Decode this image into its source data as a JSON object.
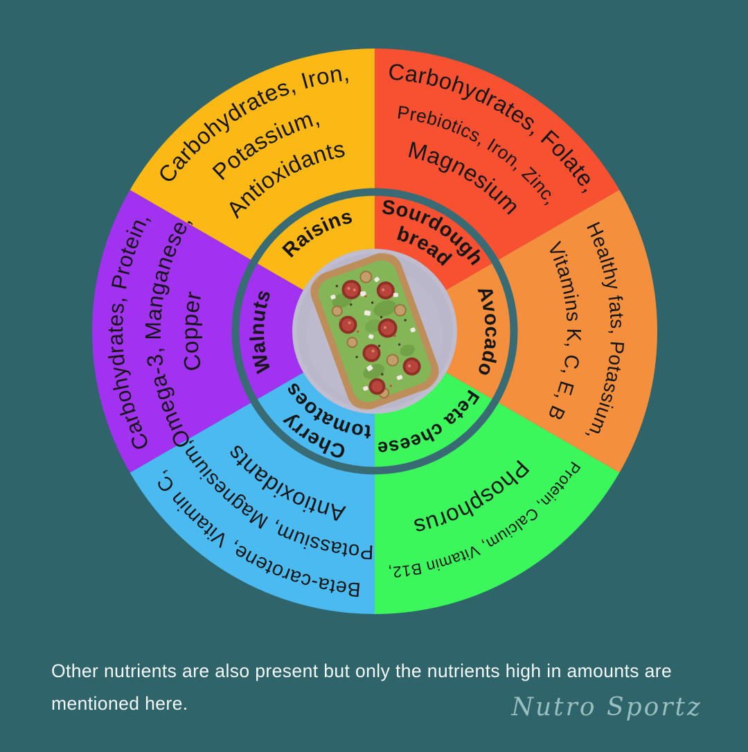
{
  "colors": {
    "background": "#2E646A",
    "divider_ring": "#386B74",
    "wheel_text": "#161616",
    "caption_text": "#F4F9F9",
    "signature_text": "#9DC3C5",
    "plate": "#BAB7CB"
  },
  "wheel": {
    "segments": [
      {
        "id": "sourdough-bread",
        "color": "#F85132",
        "label_lines": [
          "Sourdough",
          "bread"
        ],
        "nutrients": [
          "Carbohydrates, Folate,",
          "Prebiotics, Iron, Zinc,",
          "Magnesium"
        ]
      },
      {
        "id": "avocado",
        "color": "#F4903D",
        "label_lines": [
          "Avocado"
        ],
        "nutrients": [
          "Healthy fats, Potassium,",
          "Vitamins K, C, E, B"
        ]
      },
      {
        "id": "feta-cheese",
        "color": "#3CF75C",
        "label_lines": [
          "Feta cheese"
        ],
        "nutrients": [
          "Protein, Calcium, Vitamin B12,",
          "Phosphorus"
        ]
      },
      {
        "id": "cherry-tomatoes",
        "color": "#4BBAF0",
        "label_lines": [
          "Cherry",
          "tomatoes"
        ],
        "nutrients": [
          "Beta-carotene, Vitamin C,",
          "Potassium, Magnesium,",
          "Antioxidants"
        ]
      },
      {
        "id": "walnuts",
        "color": "#A032F0",
        "label_lines": [
          "Walnuts"
        ],
        "nutrients": [
          "Carbohydrates, Protein,",
          "Omega-3, Manganese,",
          "Copper"
        ]
      },
      {
        "id": "raisins",
        "color": "#FCB915",
        "label_lines": [
          "Raisins"
        ],
        "nutrients": [
          "Carbohydrates, Iron,",
          "Potassium,",
          "Antioxidants"
        ]
      }
    ]
  },
  "caption": "Other nutrients are also present but only the nutrients high in amounts are mentioned here.",
  "signature": "Nutro Sportz"
}
